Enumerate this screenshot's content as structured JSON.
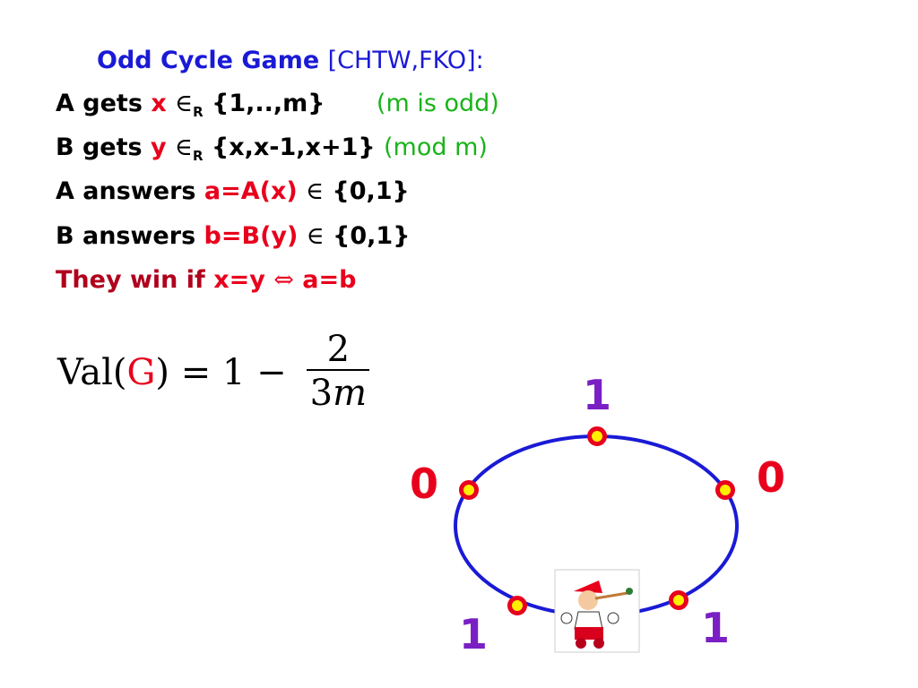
{
  "slide": {
    "title": {
      "name": "Odd Cycle Game",
      "citation": "[CHTW,FKO]:"
    },
    "lines": {
      "a_gets": {
        "prefix": "A gets ",
        "var": "x",
        "in_r": "∈",
        "sub": "R",
        "set": " {1,..,m}",
        "note": "(m is odd)"
      },
      "b_gets": {
        "prefix": "B gets ",
        "var": "y",
        "in_r": "∈",
        "sub": "R",
        "set": " {x,x-1,x+1}",
        "note": "(mod m)"
      },
      "a_answers": {
        "prefix": "A answers ",
        "expr": "a=A(x)",
        "in": "∈",
        "set": " {0,1}"
      },
      "b_answers": {
        "prefix": "B answers ",
        "expr": "b=B(y)",
        "in": "∈",
        "set": " {0,1}"
      },
      "win": {
        "prefix": "They win if ",
        "cond1": "x=y",
        "iff": "⇔",
        "cond2": "a=b"
      }
    },
    "formula": {
      "val": "Val(",
      "g": "G",
      "close": ")",
      "equals": " = 1 − ",
      "numerator": "2",
      "denominator_num": "3",
      "denominator_var": "m"
    },
    "cycle": {
      "node_labels": [
        "1",
        "0",
        "1",
        "1",
        "0"
      ],
      "label_color": "#7a1fc4",
      "label_color_red": "#e8001c",
      "edge_color": "#1a1ad6",
      "node_fill": "#ffee00",
      "node_stroke": "#e8001c",
      "picture": "pinocchio-icon"
    }
  }
}
